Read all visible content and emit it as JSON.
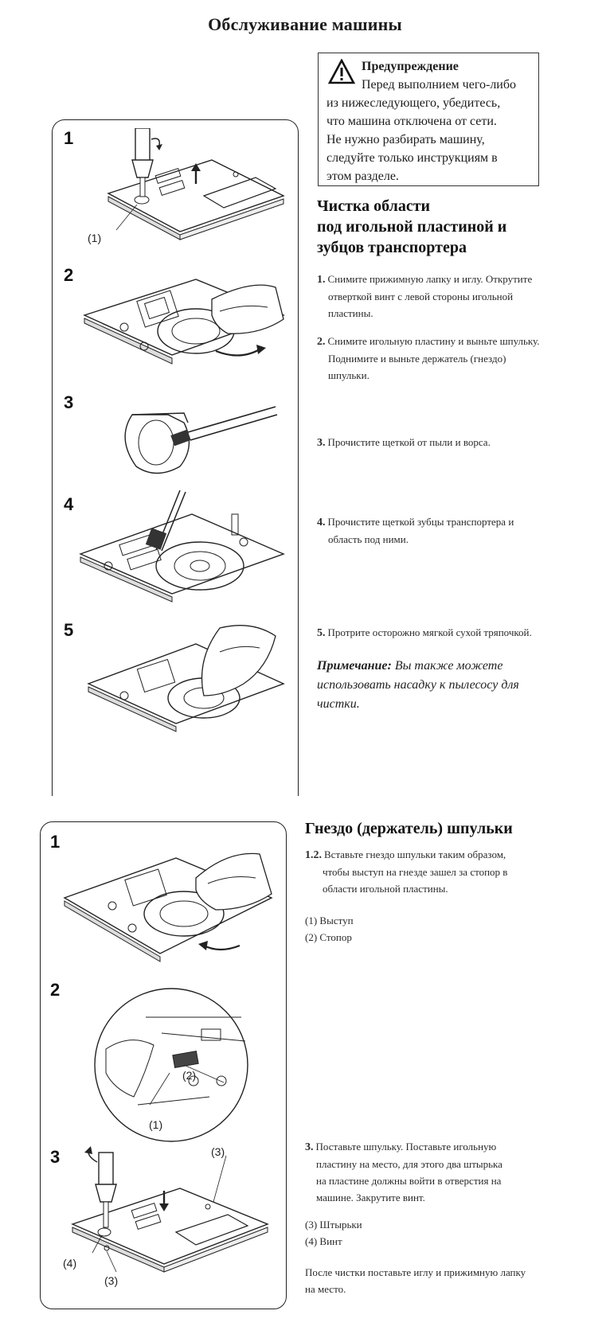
{
  "page": {
    "title": "Обслуживание машины"
  },
  "warning": {
    "title": "Предупреждение",
    "lines": [
      "Перед выполнием чего-либо",
      "из нижеследующего, убедитесь,",
      "что машина отключена от сети.",
      "Не нужно разбирать машину,",
      "следуйте только инструкциям в",
      "этом разделе."
    ]
  },
  "section1": {
    "heading_lines": [
      "Чистка области",
      "под игольной пластиной и",
      "зубцов транспортера"
    ],
    "panel_steps": [
      "1",
      "2",
      "3",
      "4",
      "5"
    ],
    "callout_1": "(1)",
    "steps": [
      {
        "num": "1.",
        "lines": [
          "Снимите прижимную лапку и иглу. Открутите",
          "отверткой винт с левой стороны игольной",
          "пластины."
        ]
      },
      {
        "num": "2.",
        "lines": [
          "Снимите игольную пластину и выньте шпульку.",
          "Поднимите и выньте держатель (гнездо)",
          "шпульки."
        ]
      },
      {
        "num": "3.",
        "lines": [
          "Прочистите щеткой от пыли и ворса."
        ]
      },
      {
        "num": "4.",
        "lines": [
          "Прочистите щеткой зубцы транспортера и",
          "область под ними."
        ]
      },
      {
        "num": "5.",
        "lines": [
          "Протрите осторожно мягкой сухой тряпочкой."
        ]
      }
    ],
    "note": {
      "label": "Примечание:",
      "lines": [
        "Вы также можете",
        "использовать насадку к пылесосу для",
        "чистки."
      ]
    }
  },
  "section2": {
    "heading": "Гнездо (держатель) шпульки",
    "panel_steps": [
      "1",
      "2",
      "3"
    ],
    "callouts": {
      "c1": "(1)",
      "c2": "(2)",
      "c3a": "(3)",
      "c3b": "(3)",
      "c4": "(4)"
    },
    "step12": {
      "num": "1.2.",
      "lines": [
        "Вставьте гнездо шпульки таким образом,",
        "чтобы выступ на гнезде зашел за стопор в",
        "области игольной пластины."
      ]
    },
    "legend12": [
      "(1) Выступ",
      "(2) Стопор"
    ],
    "step3": {
      "num": "3.",
      "lines": [
        "Поставьте шпульку. Поставьте игольную",
        "пластину на место, для этого два штырька",
        "на пластине должны войти в отверстия на",
        "машине. Закрутите винт."
      ]
    },
    "legend3": [
      "(3) Штырьки",
      "(4) Винт"
    ],
    "final": [
      "После чистки поставьте иглу и прижимную лапку",
      "на место."
    ]
  }
}
